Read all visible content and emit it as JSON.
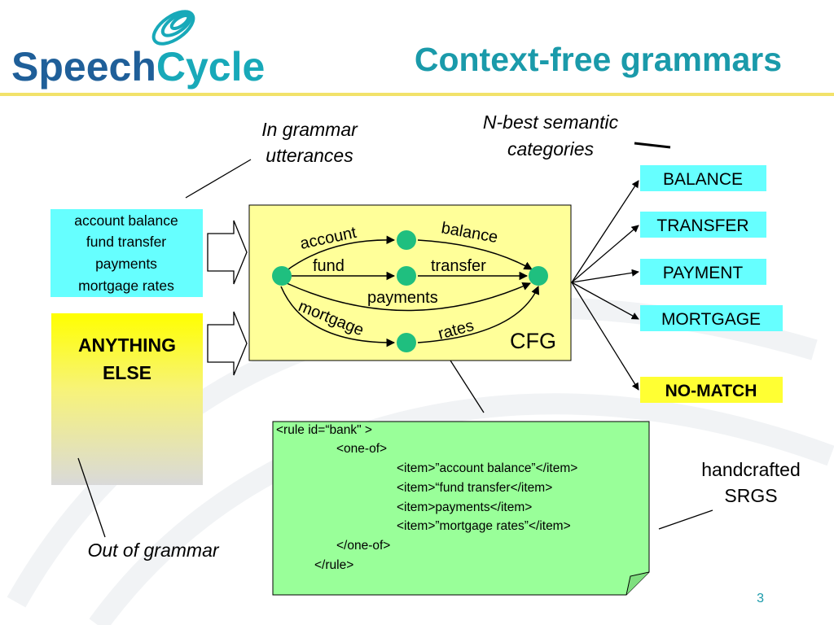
{
  "header": {
    "logo_text_part1": "Speech",
    "logo_text_part2": "Cycle",
    "title": "Context-free grammars"
  },
  "annotations": {
    "in_grammar_line1": "In grammar",
    "in_grammar_line2": "utterances",
    "nbest_line1": "N-best semantic",
    "nbest_line2": "categories",
    "out_of_grammar": "Out of grammar",
    "handcrafted_line1": "handcrafted",
    "handcrafted_line2": "SRGS"
  },
  "input_box": {
    "lines": [
      "account balance",
      "fund transfer",
      "payments",
      "mortgage rates"
    ]
  },
  "anything_else": {
    "line1": "ANYTHING",
    "line2": "ELSE"
  },
  "cfg": {
    "label": "CFG",
    "edges": {
      "account": "account",
      "balance": "balance",
      "fund": "fund",
      "transfer": "transfer",
      "payments": "payments",
      "mortgage": "mortgage",
      "rates": "rates"
    }
  },
  "categories": [
    {
      "label": "BALANCE",
      "color": "#66ffff"
    },
    {
      "label": "TRANSFER",
      "color": "#66ffff"
    },
    {
      "label": "PAYMENT",
      "color": "#66ffff"
    },
    {
      "label": "MORTGAGE",
      "color": "#66ffff"
    },
    {
      "label": "NO-MATCH",
      "color": "#ffff33"
    }
  ],
  "srgs_code": {
    "lines": [
      "<rule id=“bank\" >",
      "<one-of>",
      "<item>”account balance”</item>",
      "<item>“fund transfer</item>",
      "<item>payments</item>",
      "<item>”mortgage rates”</item>",
      "</one-of>",
      "</rule>"
    ]
  },
  "page_number": "3",
  "colors": {
    "title": "#1a9aaa",
    "logo_blue": "#1f5f99",
    "logo_cyan": "#18a9b9",
    "header_rule": "#f2e26a",
    "node_green": "#1fbf7f",
    "cfg_bg": "#ffff99",
    "code_bg": "#99ff99",
    "input_bg": "#66ffff"
  }
}
